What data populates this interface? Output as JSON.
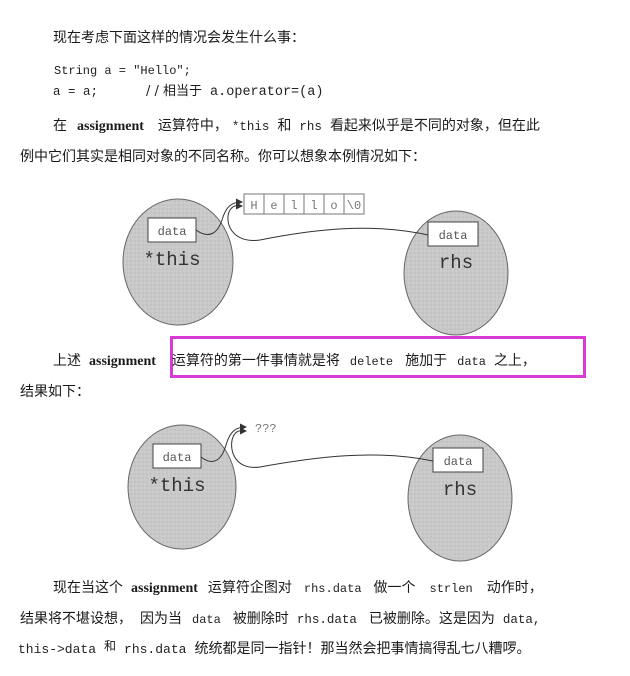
{
  "para1": {
    "text": "现在考虑下面这样的情况会发生什么事："
  },
  "code": {
    "line1": "String a = \"Hello\";",
    "line2_code": "a = a;",
    "line2_comment": "/ / 相当于",
    "line2_call": "a.operator=(a)"
  },
  "para2": {
    "p1": "在",
    "kw1": "assignment",
    "p2": "运算符中，",
    "c1": "*this",
    "p3": "和",
    "c2": "rhs",
    "p4": "看起来似乎是不同的对象，但在此",
    "line2": "例中它们其实是相同对象的不同名称。你可以想象本例情况如下："
  },
  "diagram1": {
    "left_label": "*this",
    "left_box": "data",
    "right_label": "rhs",
    "right_box": "data",
    "string_cells": [
      "H",
      "e",
      "l",
      "l",
      "o",
      "\\0"
    ]
  },
  "para3": {
    "p1": "上述",
    "kw1": "assignment",
    "p2": "运算符的第一件事情就是将",
    "c1": "delete",
    "p3": "施加于",
    "c2": "data",
    "p4": "之上，",
    "line2": "结果如下：",
    "highlight_color": "#d63bd6"
  },
  "diagram2": {
    "left_label": "*this",
    "left_box": "data",
    "right_label": "rhs",
    "right_box": "data",
    "dangling": "???"
  },
  "para4": {
    "l1_p1": "现在当这个",
    "l1_kw": "assignment",
    "l1_p2": "运算符企图对",
    "l1_c1": "rhs.data",
    "l1_p3": "做一个",
    "l1_c2": "strlen",
    "l1_p4": "动作时，",
    "l2_p1": "结果将不堪设想，",
    "l2_p2": "因为当",
    "l2_c1": "data",
    "l2_p3": "被删除时",
    "l2_c2": "rhs.data",
    "l2_p4": "已被删除。这是因为",
    "l2_c3": "data,",
    "l3_c1": "this->data",
    "l3_p1": "和",
    "l3_c2": "rhs.data",
    "l3_p2": "统统都是同一指针！那当然会把事情搞得乱七八糟啰。"
  }
}
